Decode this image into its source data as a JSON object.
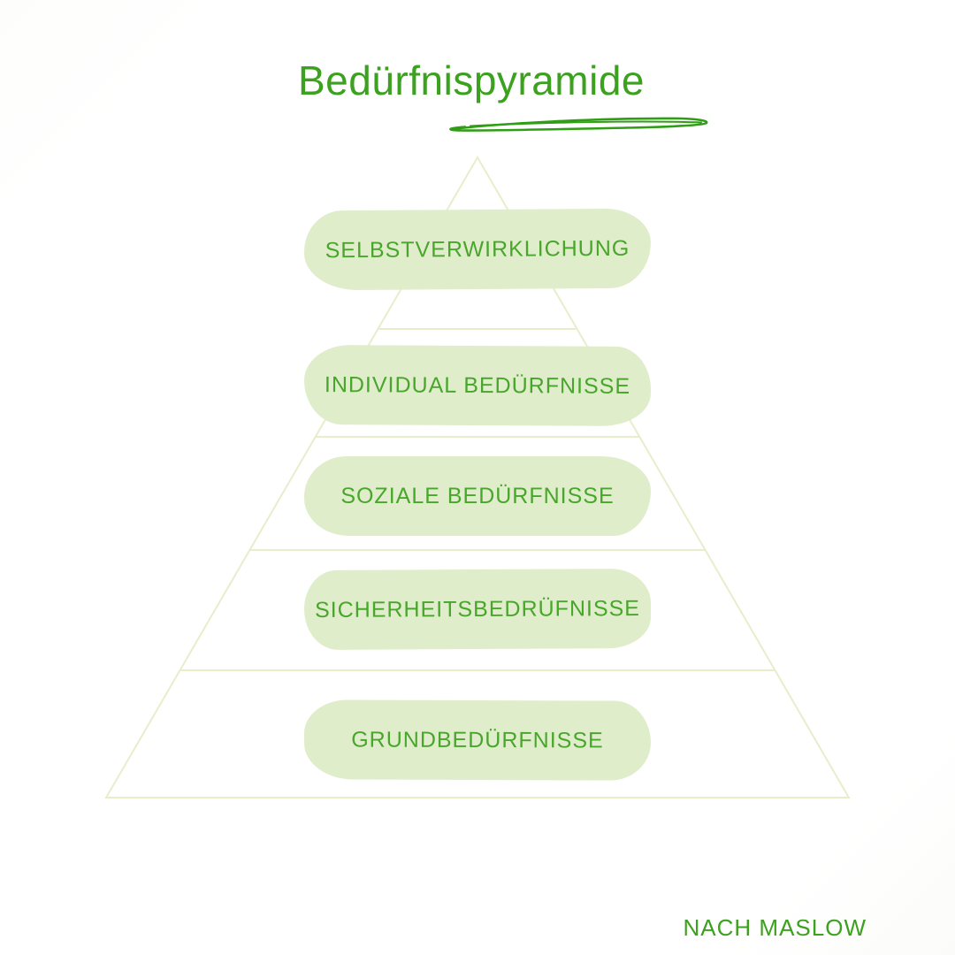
{
  "page": {
    "title": "Bedürfnispyramide",
    "attribution": "NACH MASLOW"
  },
  "pyramid": {
    "levels": [
      {
        "rank": 1,
        "label": "SELBSTVERWIRKLICHUNG"
      },
      {
        "rank": 2,
        "label": "INDIVIDUAL BEDÜRFNISSE"
      },
      {
        "rank": 3,
        "label": "SOZIALE BEDÜRFNISSE"
      },
      {
        "rank": 4,
        "label": "SICHERHEITSBEDRÜFNISSE"
      },
      {
        "rank": 5,
        "label": "GRUNDBEDÜRFNISSE"
      }
    ]
  },
  "chart_data": {
    "type": "pyramid-diagram",
    "title": "Bedürfnispyramide",
    "annotation": "NACH MASLOW",
    "levels_top_to_bottom": [
      "SELBSTVERWIRKLICHUNG",
      "INDIVIDUAL BEDÜRFNISSE",
      "SOZIALE BEDÜRFNISSE",
      "SICHERHEITSBEDRÜFNISSE",
      "GRUNDBEDÜRFNISSE"
    ],
    "tier_count": 5
  },
  "colors": {
    "title_green": "#3ba11f",
    "swoosh_green": "#2f9e15",
    "label_green": "#49a62c",
    "blob_fill": "#e0edcb",
    "outline_green": "#e6eecb",
    "background": "#ffffff"
  }
}
